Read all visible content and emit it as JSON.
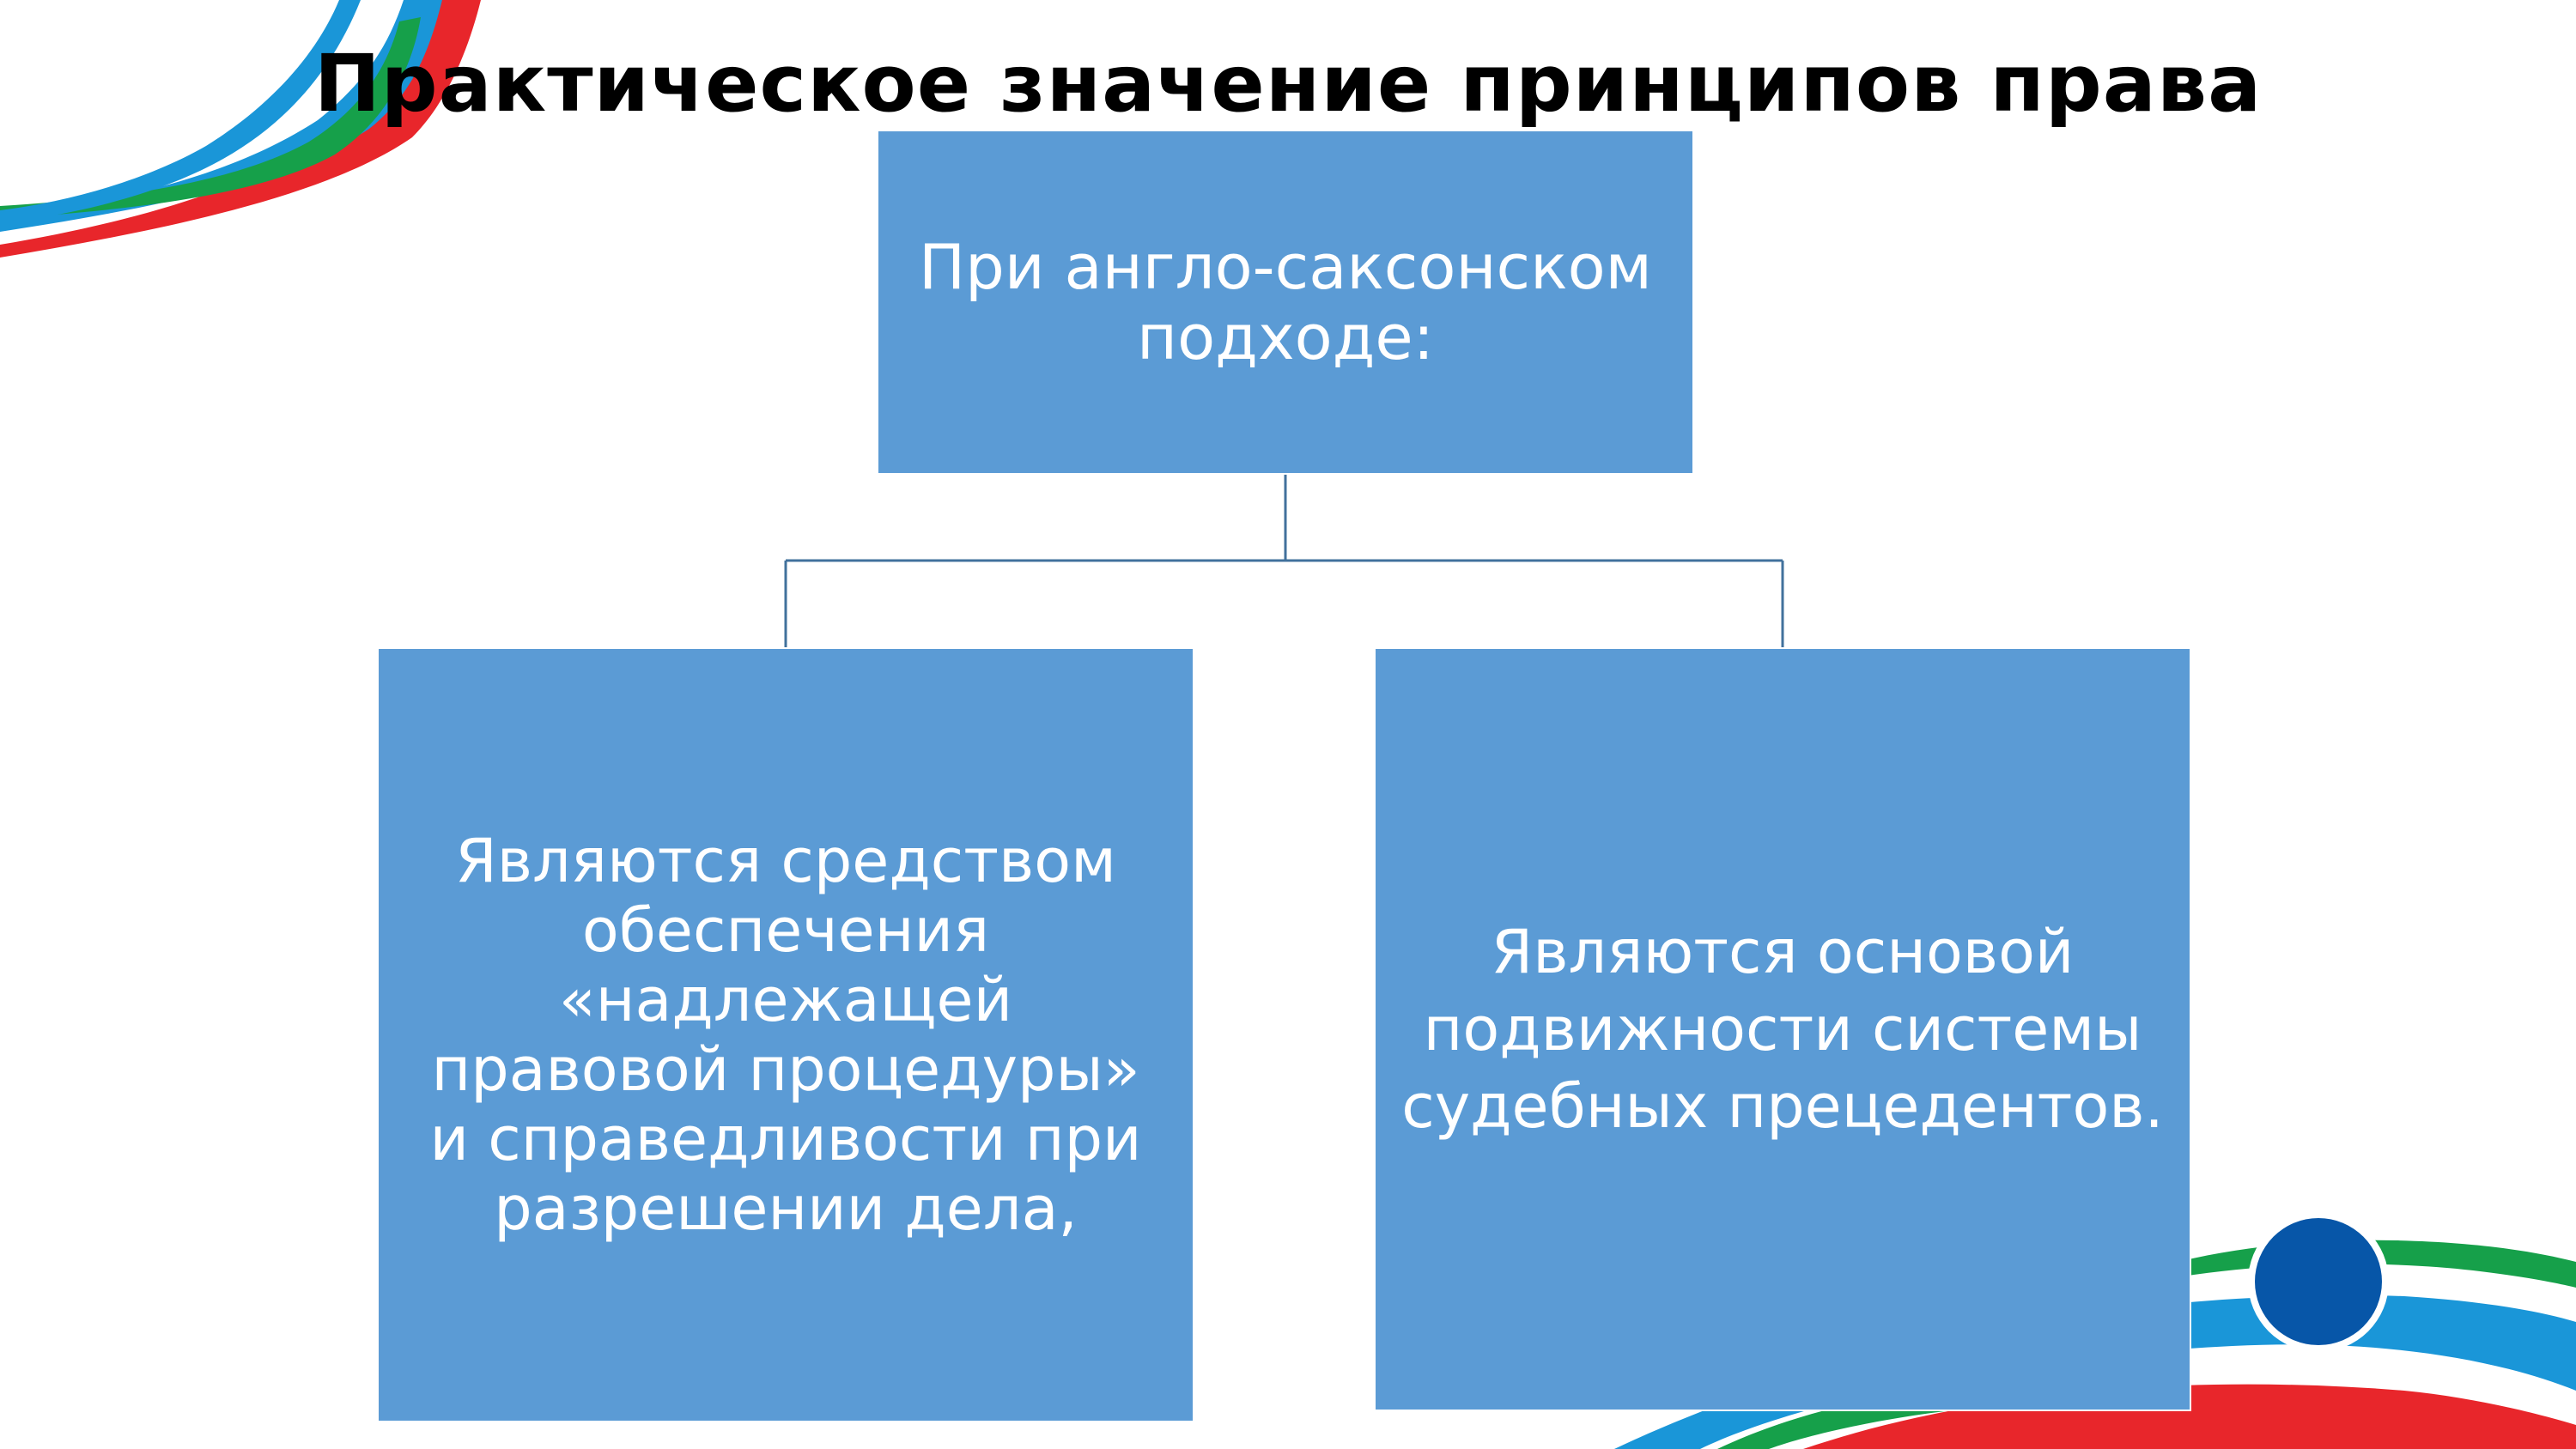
{
  "slide": {
    "title": "Практическое значение принципов права"
  },
  "diagram": {
    "root": {
      "text": "При англо-саксонском подходе:"
    },
    "children": [
      {
        "text": "Являются средством обеспечения «надлежащей правовой процедуры» и справедливости при разрешении дела,"
      },
      {
        "text": "Являются основой подвижности системы судебных прецедентов."
      }
    ]
  },
  "colors": {
    "box_fill": "#5b9bd5",
    "connector": "#41719c",
    "ribbon_red": "#e8262b",
    "ribbon_green": "#16a04a",
    "ribbon_blue": "#1a96d8",
    "circle_blue": "#0756a8"
  }
}
